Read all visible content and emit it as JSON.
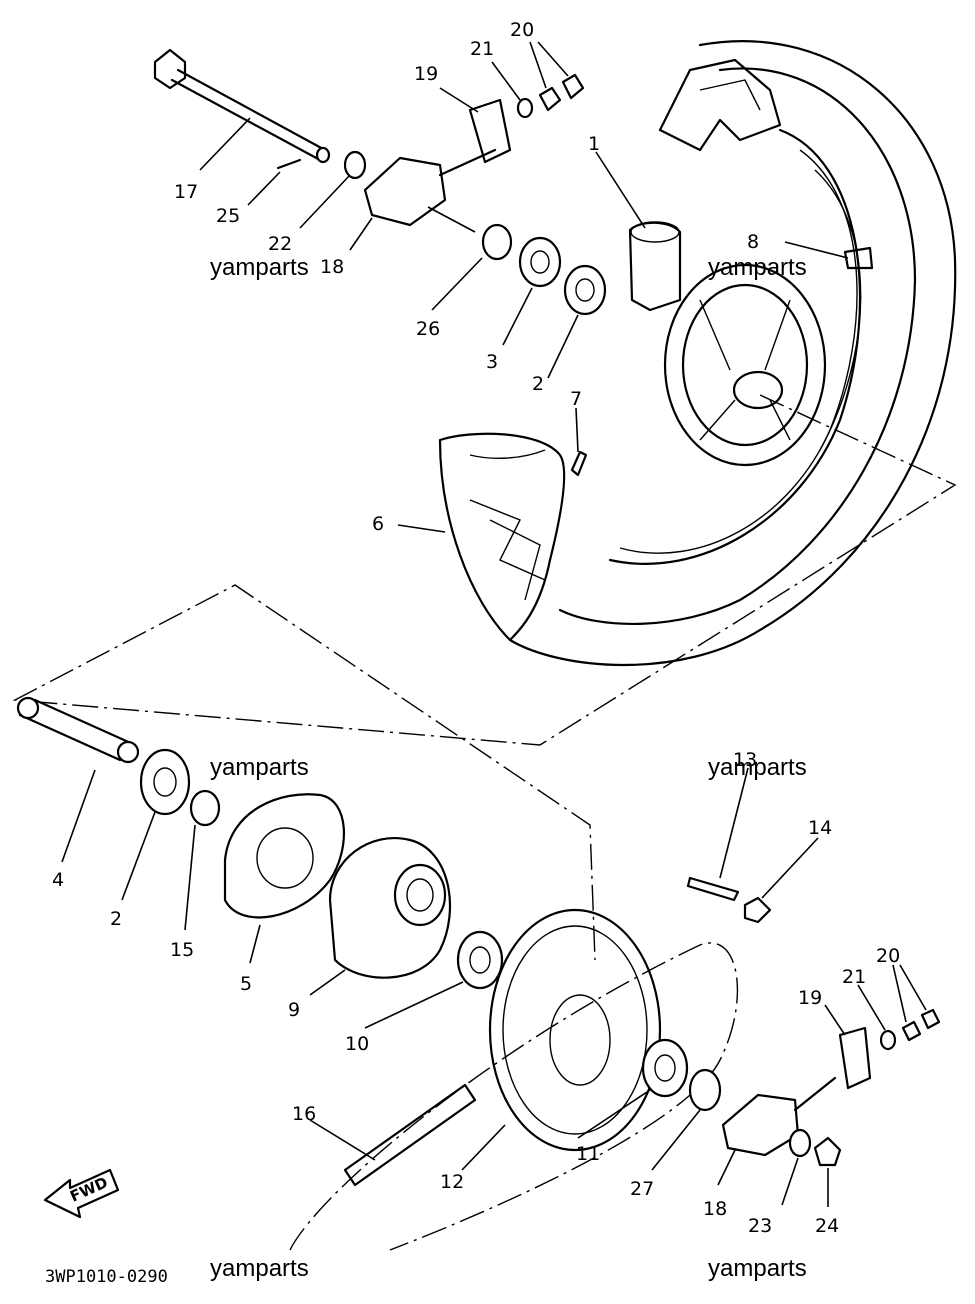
{
  "diagram_code": "3WP1010-0290",
  "watermark": "yamparts",
  "fwd_label": "FWD",
  "callouts": {
    "c1": "1",
    "c2a": "2",
    "c2b": "2",
    "c3": "3",
    "c4": "4",
    "c5": "5",
    "c6": "6",
    "c7": "7",
    "c8": "8",
    "c9": "9",
    "c10": "10",
    "c11": "11",
    "c12": "12",
    "c13": "13",
    "c14": "14",
    "c15": "15",
    "c16": "16",
    "c17": "17",
    "c18a": "18",
    "c18b": "18",
    "c19a": "19",
    "c19b": "19",
    "c20a": "20",
    "c20b": "20",
    "c21a": "21",
    "c21b": "21",
    "c22": "22",
    "c23": "23",
    "c24": "24",
    "c25": "25",
    "c26": "26",
    "c27": "27"
  }
}
